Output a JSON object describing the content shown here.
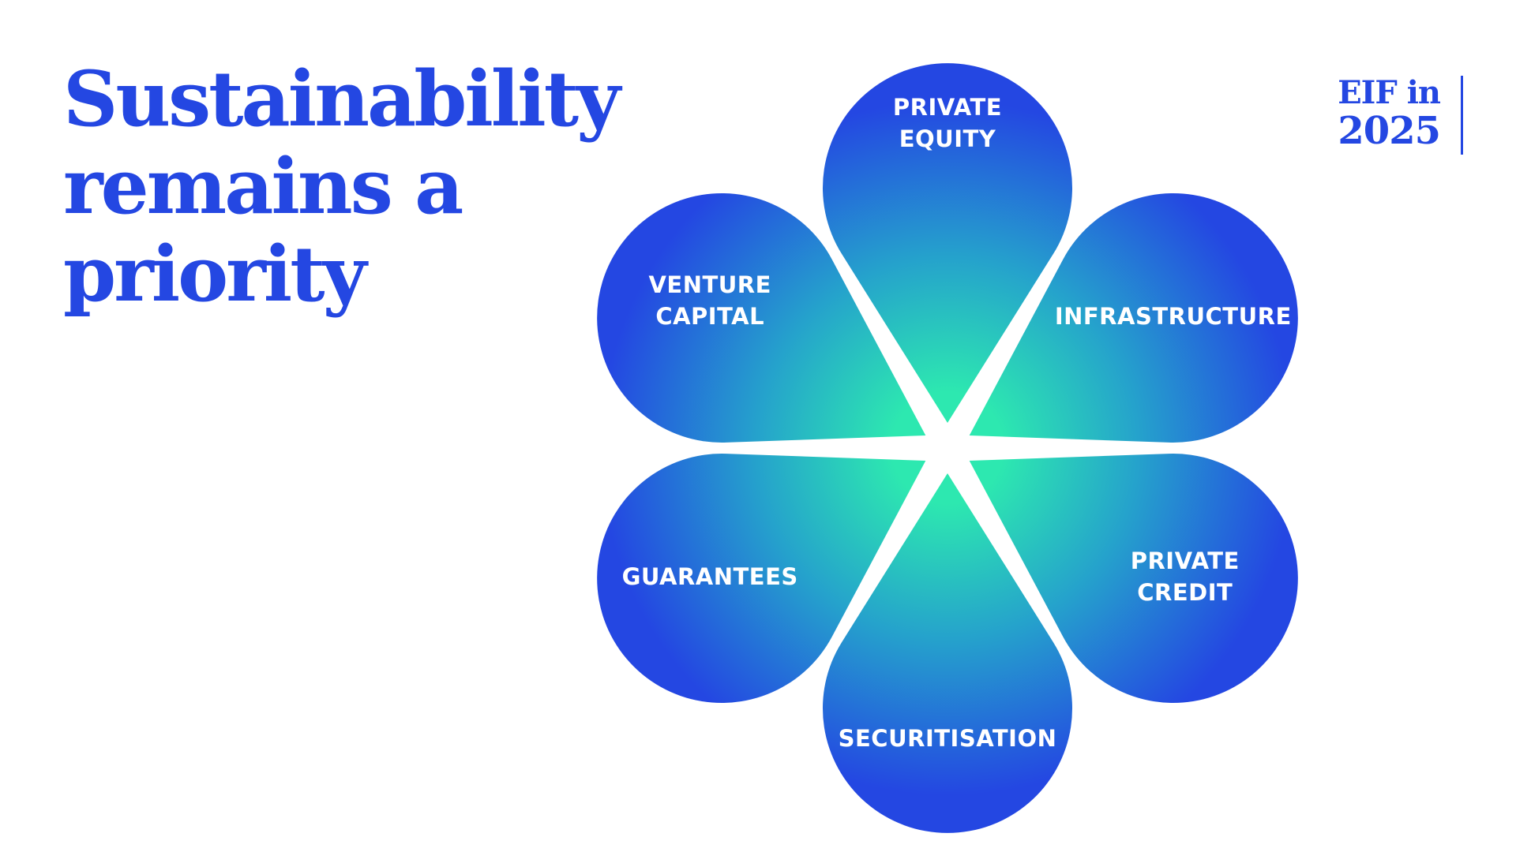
{
  "title": {
    "line1": "Sustainability",
    "line2": "remains a",
    "line3": "priority"
  },
  "brand": {
    "line1": "EIF in",
    "line2": "2025"
  },
  "colors": {
    "brand_blue": "#2447e2",
    "petal_outer": "#2447e2",
    "petal_inner": "#2de8b0"
  },
  "diagram": {
    "petals": [
      {
        "id": "private-equity",
        "lines": [
          "PRIVATE",
          "EQUITY"
        ]
      },
      {
        "id": "infrastructure",
        "lines": [
          "INFRASTRUCTURE"
        ]
      },
      {
        "id": "private-credit",
        "lines": [
          "PRIVATE",
          "CREDIT"
        ]
      },
      {
        "id": "securitisation",
        "lines": [
          "SECURITISATION"
        ]
      },
      {
        "id": "guarantees",
        "lines": [
          "GUARANTEES"
        ]
      },
      {
        "id": "venture-capital",
        "lines": [
          "VENTURE",
          "CAPITAL"
        ]
      }
    ]
  }
}
